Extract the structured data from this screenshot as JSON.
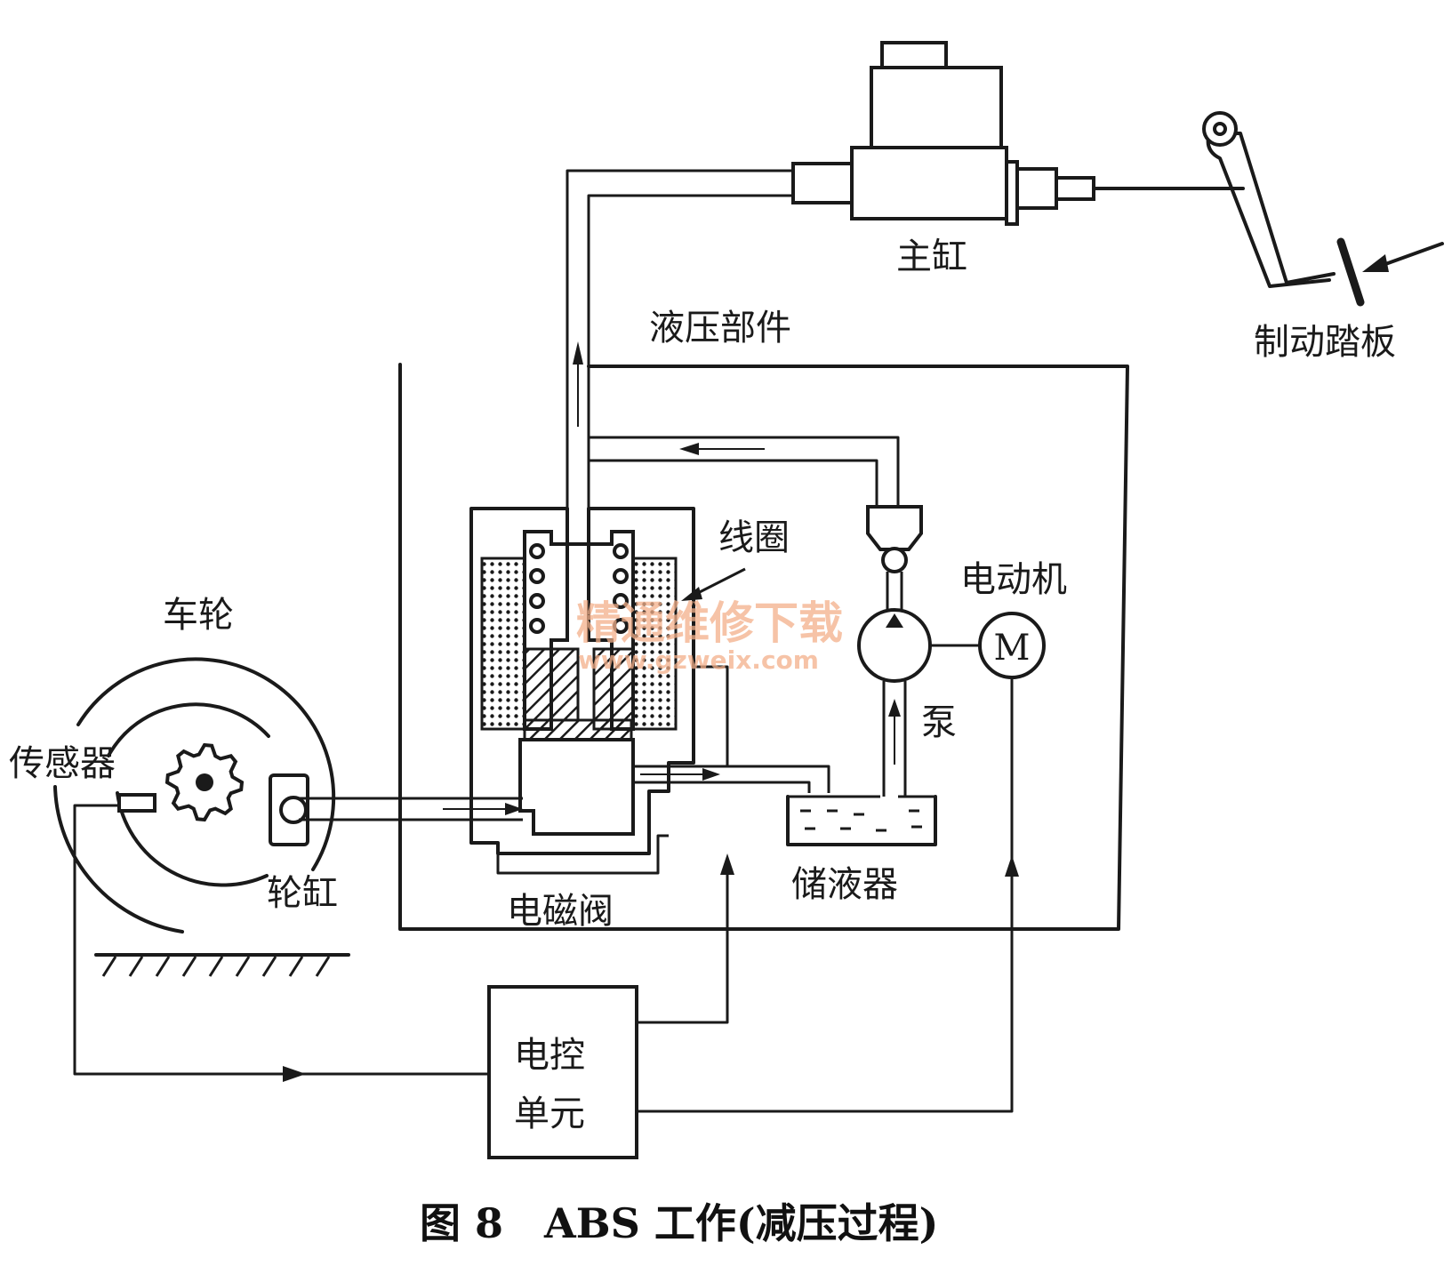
{
  "labels": {
    "master_cylinder": "主缸",
    "brake_pedal": "制动踏板",
    "hydraulic_unit": "液压部件",
    "coil": "线圈",
    "motor": "电动机",
    "motor_symbol": "M",
    "wheel": "车轮",
    "sensor": "传感器",
    "pump": "泵",
    "wheel_cylinder": "轮缸",
    "reservoir": "储液器",
    "solenoid_valve": "电磁阀",
    "ecu_line1": "电控",
    "ecu_line2": "单元"
  },
  "caption": "图 8　ABS 工作(减压过程)",
  "watermark": {
    "text": "精通维修下载",
    "url": "www.gzweix.com"
  }
}
